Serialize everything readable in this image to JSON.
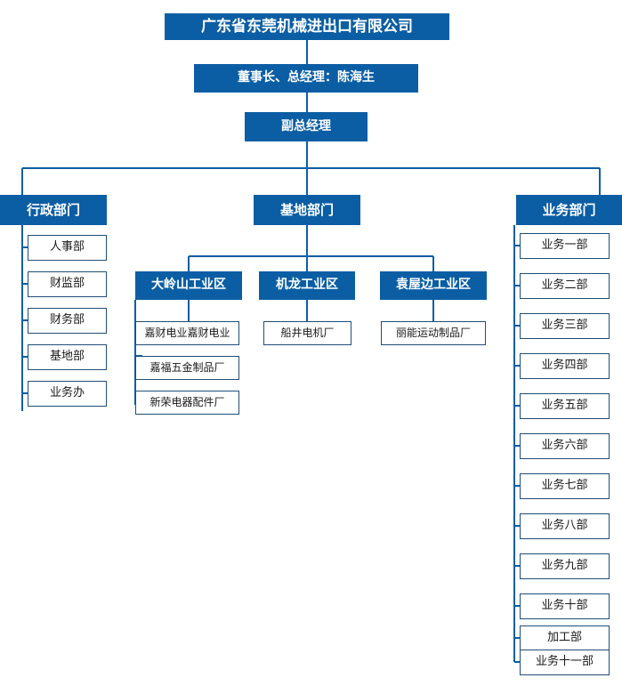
{
  "chart": {
    "title": "组织架构图",
    "accent_color": "#0b5ea4",
    "outline_color": "#1f4e79",
    "text_color_on_accent": "#ffffff",
    "text_color_on_white": "#1a1a1a",
    "background": "#ffffff"
  },
  "root": {
    "label": "广东省东莞机械进出口有限公司"
  },
  "level2": {
    "label": "董事长、总经理：陈海生"
  },
  "level3": {
    "label": "副总经理"
  },
  "departments": [
    {
      "label": "行政部门"
    },
    {
      "label": "基地部门"
    },
    {
      "label": "业务部门"
    }
  ],
  "admin_units": [
    {
      "label": "人事部"
    },
    {
      "label": "财监部"
    },
    {
      "label": "财务部"
    },
    {
      "label": "基地部"
    },
    {
      "label": "业务办"
    }
  ],
  "zones": [
    {
      "label": "大岭山工业区",
      "factories": [
        {
          "label": "嘉财电业嘉财电业"
        },
        {
          "label": "嘉福五金制品厂"
        },
        {
          "label": "新荣电器配件厂"
        }
      ]
    },
    {
      "label": "机龙工业区",
      "factories": [
        {
          "label": "船井电机厂"
        }
      ]
    },
    {
      "label": "袁屋边工业区",
      "factories": [
        {
          "label": "丽能运动制品厂"
        }
      ]
    }
  ],
  "business_units": [
    {
      "label": "业务一部"
    },
    {
      "label": "业务二部"
    },
    {
      "label": "业务三部"
    },
    {
      "label": "业务四部"
    },
    {
      "label": "业务五部"
    },
    {
      "label": "业务六部"
    },
    {
      "label": "业务七部"
    },
    {
      "label": "业务八部"
    },
    {
      "label": "业务九部"
    },
    {
      "label": "业务十部"
    },
    {
      "label": "加工部"
    },
    {
      "label": "业务十一部"
    }
  ]
}
